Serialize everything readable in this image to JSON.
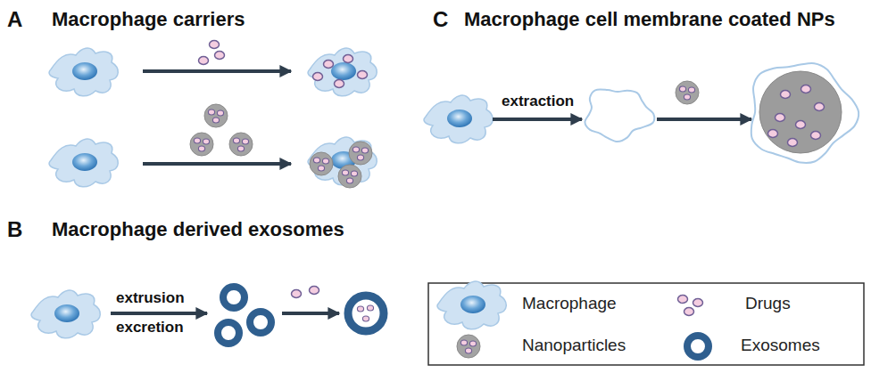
{
  "diagram": {
    "labels": [
      "A",
      "Macrophage carriers",
      "B",
      "Macrophage derived exosomes",
      "C",
      "Macrophage cell membrane coated NPs",
      "extraction",
      "extrusion",
      "excretion"
    ],
    "legend": [
      {
        "text": "Macrophage"
      },
      {
        "text": "Drugs"
      },
      {
        "text": "Nanoparticles"
      },
      {
        "text": "Exosomes"
      }
    ]
  }
}
